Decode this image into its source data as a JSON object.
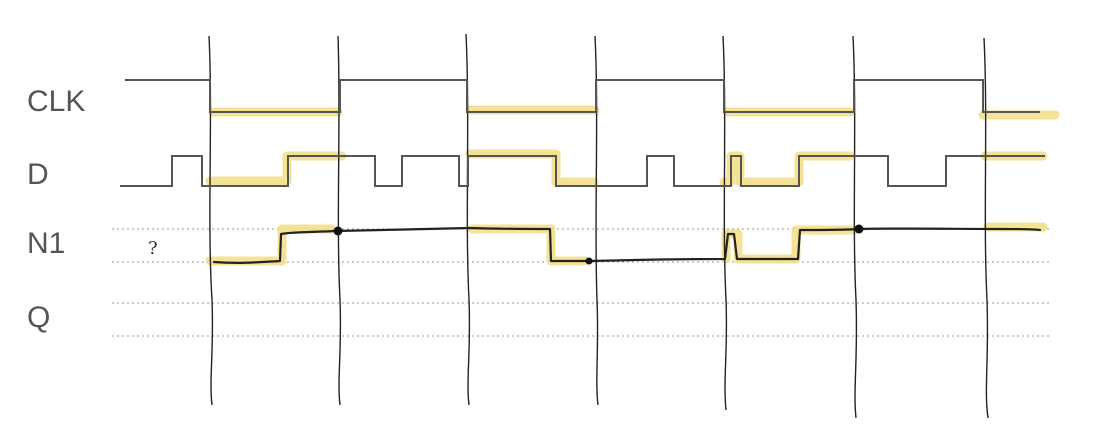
{
  "signals": {
    "clk": "CLK",
    "d": "D",
    "n1": "N1",
    "q": "Q"
  },
  "unknown_mark": "?",
  "colors": {
    "highlight": "#f3df8a",
    "waveform": "#555555",
    "ink": "#222222",
    "label": "#555555"
  }
}
